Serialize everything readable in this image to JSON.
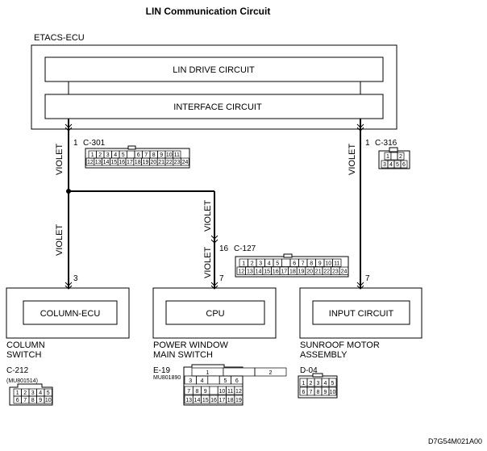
{
  "title": "LIN Communication Circuit",
  "etacs": {
    "label": "ETACS-ECU",
    "lin_drive": "LIN DRIVE CIRCUIT",
    "interface": "INTERFACE CIRCUIT"
  },
  "wires": {
    "color_label": "VIOLET",
    "left_top_pin": "1",
    "left_top_conn": "C-301",
    "right_top_pin": "1",
    "right_top_conn": "C-316",
    "middle_pin": "16",
    "middle_conn": "C-127",
    "left_bottom_pin": "3",
    "middle_bottom_pin": "7",
    "right_bottom_pin": "7"
  },
  "connectors": {
    "c301": {
      "row1": [
        "1",
        "2",
        "3",
        "4",
        "5",
        "",
        "6",
        "7",
        "8",
        "9",
        "10",
        "11"
      ],
      "row2": [
        "12",
        "13",
        "14",
        "15",
        "16",
        "17",
        "18",
        "19",
        "20",
        "21",
        "22",
        "23",
        "24"
      ]
    },
    "c316": {
      "row1": [
        "1",
        "",
        "2"
      ],
      "row2": [
        "3",
        "4",
        "5",
        "6"
      ]
    },
    "c127": {
      "row1": [
        "1",
        "2",
        "3",
        "4",
        "5",
        "",
        "6",
        "7",
        "8",
        "9",
        "10",
        "11"
      ],
      "row2": [
        "12",
        "13",
        "14",
        "15",
        "16",
        "17",
        "18",
        "19",
        "20",
        "21",
        "22",
        "23",
        "24"
      ]
    },
    "c212": {
      "row1": [
        "1",
        "2",
        "3",
        "4",
        "5"
      ],
      "row2": [
        "6",
        "7",
        "8",
        "9",
        "10"
      ]
    },
    "e19": {
      "row1": [
        "1",
        "",
        "2"
      ],
      "row2": [
        "3",
        "4",
        "",
        "5",
        "6"
      ],
      "row3": [
        "7",
        "8",
        "9",
        "",
        "10",
        "11",
        "12"
      ],
      "row4": [
        "13",
        "14",
        "15",
        "16",
        "17",
        "18",
        "19"
      ]
    },
    "d04": {
      "row1": [
        "1",
        "2",
        "3",
        "4",
        "5"
      ],
      "row2": [
        "6",
        "7",
        "8",
        "9",
        "10"
      ]
    }
  },
  "modules": {
    "column": {
      "inner": "COLUMN-ECU",
      "name1": "COLUMN",
      "name2": "SWITCH",
      "conn": "C-212",
      "part": "(MU801514)"
    },
    "power_window": {
      "inner": "CPU",
      "name1": "POWER WINDOW",
      "name2": "MAIN SWITCH",
      "conn": "E-19",
      "part": "MU801890"
    },
    "sunroof": {
      "inner": "INPUT CIRCUIT",
      "name1": "SUNROOF MOTOR",
      "name2": "ASSEMBLY",
      "conn": "D-04"
    }
  },
  "figure_code": "D7G54M021A00"
}
